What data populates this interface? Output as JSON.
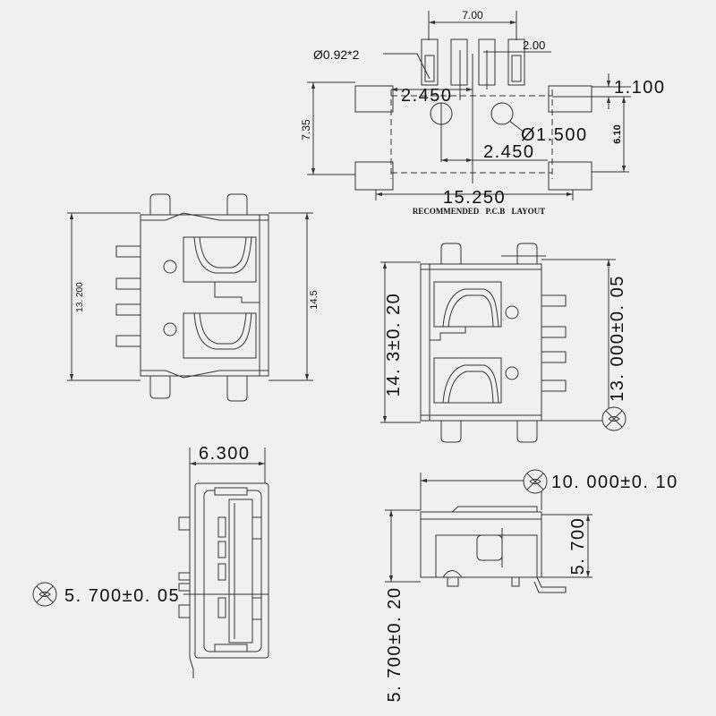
{
  "pcb_layout": {
    "title": "RECOMMENDED P.C.B LAYOUT",
    "dim_pin_span": "7.00",
    "dim_pin_pitch": "2.00",
    "dim_hole_small": "Ø0.92*2",
    "dim_hole_offset_top": "2.450",
    "dim_pad_offset": "1.100",
    "dim_hole_large": "Ø1.500",
    "dim_hole_offset_bottom": "2.450",
    "dim_total_height": "7.35",
    "dim_pad_height": "6.10",
    "dim_total_width": "15.250"
  },
  "top_view": {
    "dim_width_inner": "13. 200",
    "dim_width_outer": "14.5"
  },
  "bottom_view": {
    "dim_length": "14. 3±0. 20",
    "dim_width": "13. 000±0. 05"
  },
  "front_view": {
    "dim_width": "6.300",
    "dim_height": "5. 700±0. 05"
  },
  "side_view": {
    "dim_depth": "10. 000±0. 10",
    "dim_height_inner": "5. 700",
    "dim_height_total": "5. 700±0. 20"
  },
  "symbols": {
    "critical_dimension": "cross-circle-icon"
  },
  "colors": {
    "line": "#333333",
    "background": "#f0f0f0"
  }
}
